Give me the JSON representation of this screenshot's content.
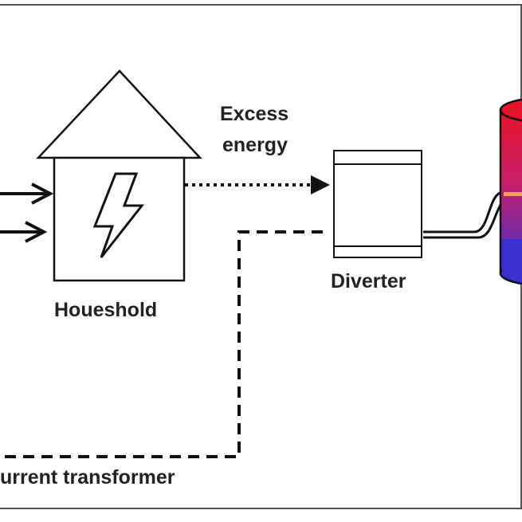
{
  "labels": {
    "excess_energy_line1": "Excess",
    "excess_energy_line2": "energy",
    "household": "Houeshold",
    "diverter": "Diverter",
    "current_transformer": "urrent transformer"
  },
  "icons": {
    "household": "house-icon",
    "power": "lightning-bolt-icon",
    "tank": "water-tank-icon"
  },
  "colors": {
    "stroke": "#111111",
    "tank_top": "#e8132a",
    "tank_bottom": "#3a2fd0",
    "heater_element": "#f3a257"
  }
}
